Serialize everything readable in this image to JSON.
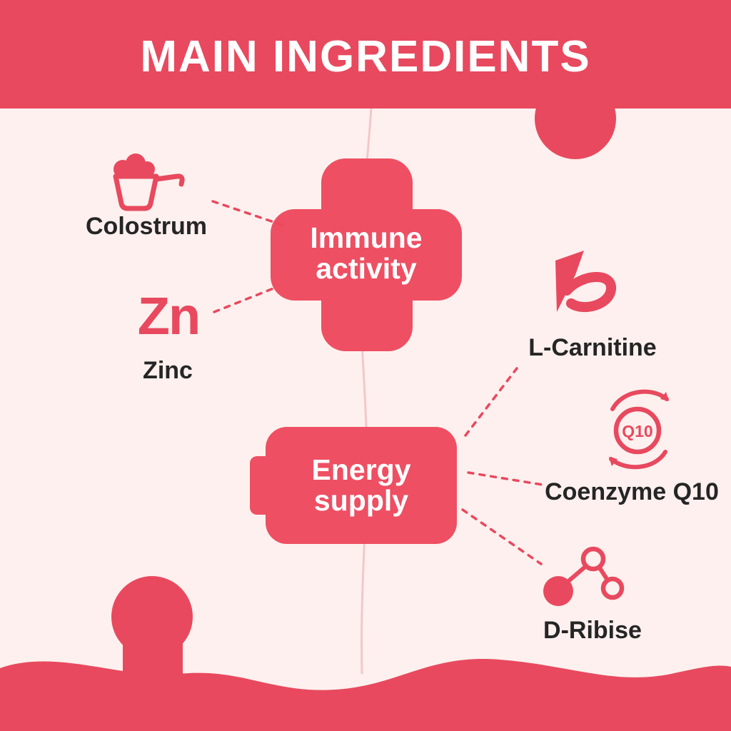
{
  "title": "MAIN INGREDIENTS",
  "hubs": {
    "immune": {
      "line1": "Immune",
      "line2": "activity"
    },
    "energy": {
      "line1": "Energy",
      "line2": "supply"
    }
  },
  "ingredients": {
    "colostrum": {
      "label": "Colostrum"
    },
    "zinc": {
      "label": "Zinc",
      "icon_text": "Zn"
    },
    "l_carnitine": {
      "label": "L-Carnitine"
    },
    "coenzyme_q10": {
      "label": "Coenzyme Q10",
      "icon_text": "Q10"
    },
    "d_ribise": {
      "label": "D-Ribise"
    }
  },
  "icons": {
    "colostrum": "scoop-icon",
    "zinc": "zn-letters-icon",
    "l_carnitine": "l-swoosh-icon",
    "coenzyme_q10": "q10-cycle-icon",
    "d_ribise": "molecule-icon"
  },
  "colors": {
    "primary_red": "#e8495e",
    "hub_red": "#ee4f63",
    "background_pink": "#fdf0ee",
    "text_dark": "#252525",
    "text_light": "#ffffff"
  }
}
